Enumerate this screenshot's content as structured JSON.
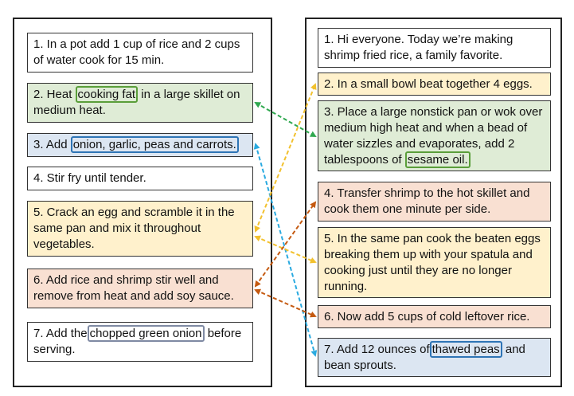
{
  "left_steps": [
    {
      "pre": "1. In a pot add 1 cup of rice and 2 cups of water cook for 15 min.",
      "hl": "",
      "post": ""
    },
    {
      "pre": "2. Heat ",
      "hl": "cooking fat",
      "post": " in a large skillet on medium heat."
    },
    {
      "pre": "3. Add ",
      "hl": "onion, garlic, peas and carrots.",
      "post": ""
    },
    {
      "pre": "4. Stir fry until tender.",
      "hl": "",
      "post": ""
    },
    {
      "pre": "5. Crack an egg and scramble it in the same pan and mix it throughout vegetables.",
      "hl": "",
      "post": ""
    },
    {
      "pre": "6. Add rice and shrimp stir well and remove from heat and add soy sauce.",
      "hl": "",
      "post": ""
    },
    {
      "pre": "7. Add the",
      "hl": "chopped green onion",
      "post": " before serving."
    }
  ],
  "right_steps": [
    {
      "pre": "1. Hi everyone. Today we’re making shrimp fried rice, a family favorite.",
      "hl": "",
      "post": ""
    },
    {
      "pre": "2. In a small bowl beat together 4 eggs.",
      "hl": "",
      "post": ""
    },
    {
      "pre": "3. Place a large nonstick pan or wok over medium high heat and when a bead of water sizzles and evaporates, add 2 tablespoons of ",
      "hl": "sesame oil.",
      "post": ""
    },
    {
      "pre": "4. Transfer shrimp to the hot skillet and cook them one minute per side.",
      "hl": "",
      "post": ""
    },
    {
      "pre": "5. In the same pan cook the beaten eggs breaking them up with your spatula and cooking just until they are no longer running.",
      "hl": "",
      "post": ""
    },
    {
      "pre": "6. Now add 5 cups of cold leftover rice.",
      "hl": "",
      "post": ""
    },
    {
      "pre": "7. Add 12 ounces of",
      "hl": "thawed peas",
      "post": " and bean sprouts."
    }
  ],
  "colors": {
    "white": "#ffffff",
    "green": "#dfecd6",
    "blue": "#dce6f2",
    "yellow": "#fff1cc",
    "orange": "#f9e0d2",
    "arrow_green": "#2fa84f",
    "arrow_blue": "#2aaae0",
    "arrow_yellow": "#f2c12e",
    "arrow_orange": "#c55a11"
  }
}
